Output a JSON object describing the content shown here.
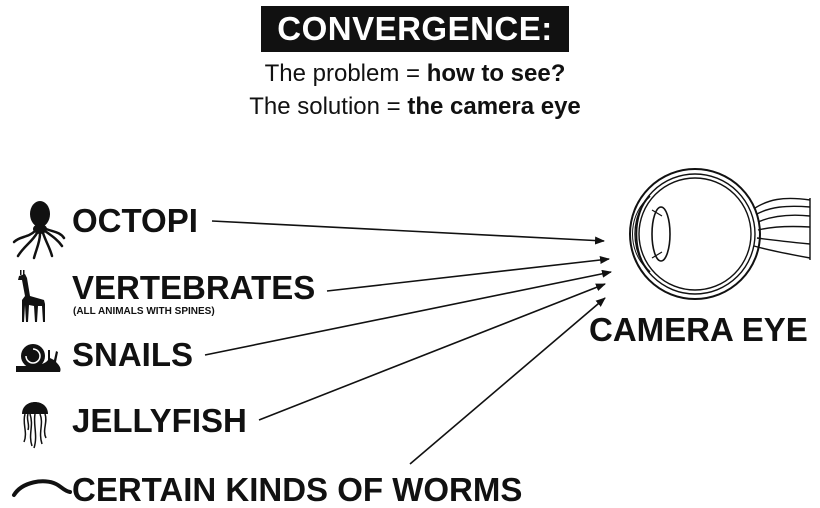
{
  "header": {
    "title": "CONVERGENCE:",
    "problem_prefix": "The problem = ",
    "problem": "how to see?",
    "solution_prefix": "The solution = ",
    "solution": "the camera eye"
  },
  "sources": [
    {
      "label": "OCTOPI",
      "icon": "octopus-icon"
    },
    {
      "label": "VERTEBRATES",
      "note": "(ALL ANIMALS WITH SPINES)",
      "icon": "giraffe-icon"
    },
    {
      "label": "SNAILS",
      "icon": "snail-icon"
    },
    {
      "label": "JELLYFISH",
      "icon": "jellyfish-icon"
    },
    {
      "label": "CERTAIN KINDS OF WORMS",
      "icon": "worm-icon"
    }
  ],
  "target": {
    "label": "CAMERA EYE",
    "icon": "eye-diagram-icon"
  },
  "colors": {
    "ink": "#111111",
    "background": "#ffffff"
  }
}
